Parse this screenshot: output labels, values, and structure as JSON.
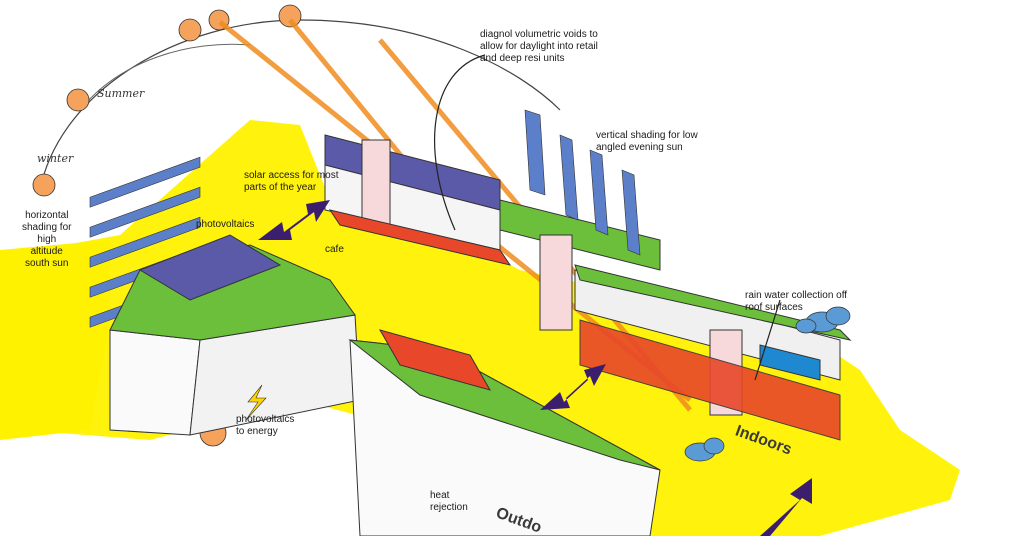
{
  "labels": {
    "summer": "Summer",
    "winter": "winter",
    "horizontal_shading": "horizontal\nshading for\nhigh\naltitude\nsouth sun",
    "solar_access": "solar access for most\nparts of the year",
    "photovoltaics": "photovoltaics",
    "cafe": "cafe",
    "diagonal_voids": "diagnol volumetric voids to\nallow for daylight into retail\nand deep resi units",
    "vertical_shading": "vertical shading for low\nangled evening sun",
    "rain_water": "rain water collection off\nroof surfaces",
    "photovoltaics_energy": "photovoltaics\nto energy",
    "heat_rejection": "heat\nrejection",
    "indoors": "Indoors",
    "outdoors": "Outdo"
  },
  "colors": {
    "street_yellow": "#FFF200",
    "roof_green": "#6BBF3A",
    "roof_blue": "#1E88D0",
    "sun_orange": "#F5A25D",
    "ray_orange": "#F08C1E",
    "arrow_purple": "#3B1F6E",
    "facade_red": "#E8472A",
    "solar_panel": "#5A5AA8",
    "cloud_blue": "#5B9BD5",
    "building_pink": "#F7D9DC"
  },
  "icons": [
    "sun-icon",
    "cloud-icon",
    "lightning-icon",
    "double-arrow-icon"
  ]
}
